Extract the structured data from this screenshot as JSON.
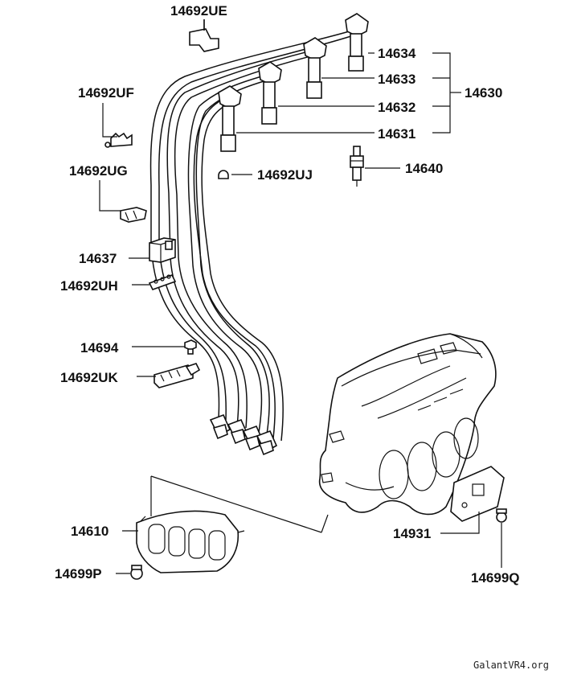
{
  "diagram": {
    "labels": {
      "p14692UE": "14692UE",
      "p14692UF": "14692UF",
      "p14692UG": "14692UG",
      "p14637": "14637",
      "p14692UH": "14692UH",
      "p14694": "14694",
      "p14692UK": "14692UK",
      "p14692UJ": "14692UJ",
      "p14634": "14634",
      "p14633": "14633",
      "p14632": "14632",
      "p14631": "14631",
      "p14630": "14630",
      "p14640": "14640",
      "p14610": "14610",
      "p14699P": "14699P",
      "p14931": "14931",
      "p14699Q": "14699Q"
    },
    "watermark": "GalantVR4.org"
  }
}
